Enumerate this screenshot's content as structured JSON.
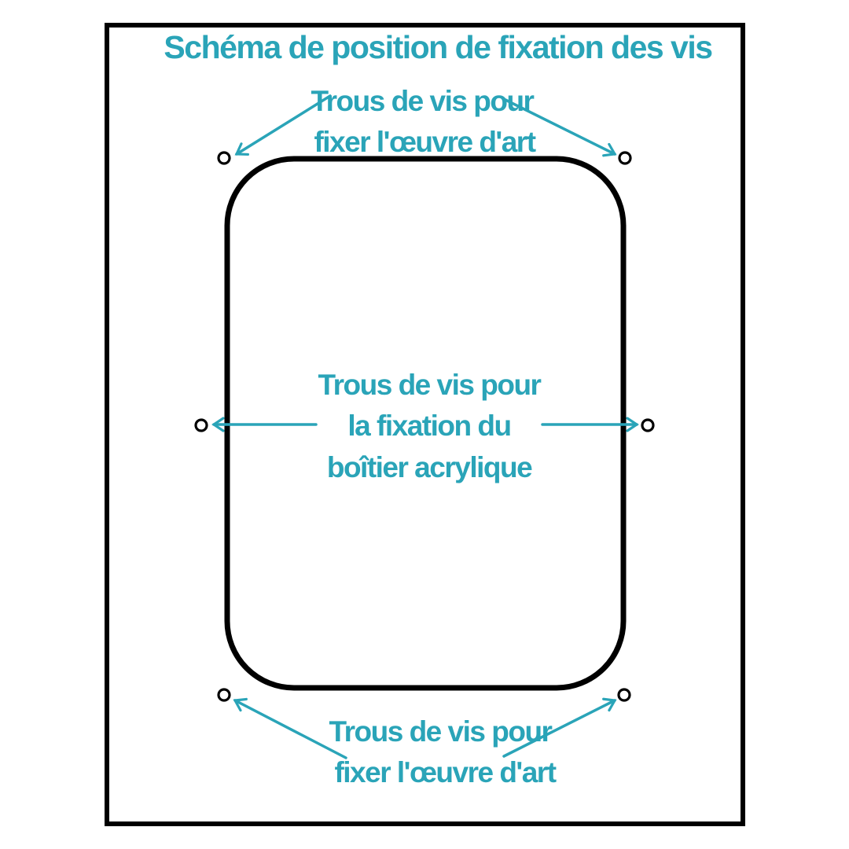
{
  "title": "Schéma de position de fixation des vis",
  "colors": {
    "accent": "#2AA4B8",
    "outline": "#000000",
    "background": "#FFFFFF"
  },
  "labels": {
    "top_screws": {
      "line1": "Trous de vis pour",
      "line2": "fixer l'œuvre d'art"
    },
    "acrylic_screws": {
      "line1": "Trous de vis pour",
      "line2": "la fixation du",
      "line3": "boîtier acrylique"
    },
    "bottom_screws": {
      "line1": "Trous de vis pour",
      "line2": "fixer l'œuvre d'art"
    }
  },
  "glyphs": {
    "screw_hole_icon": "small-circle-outline",
    "arrow_icon": "open-chevron-arrow"
  }
}
